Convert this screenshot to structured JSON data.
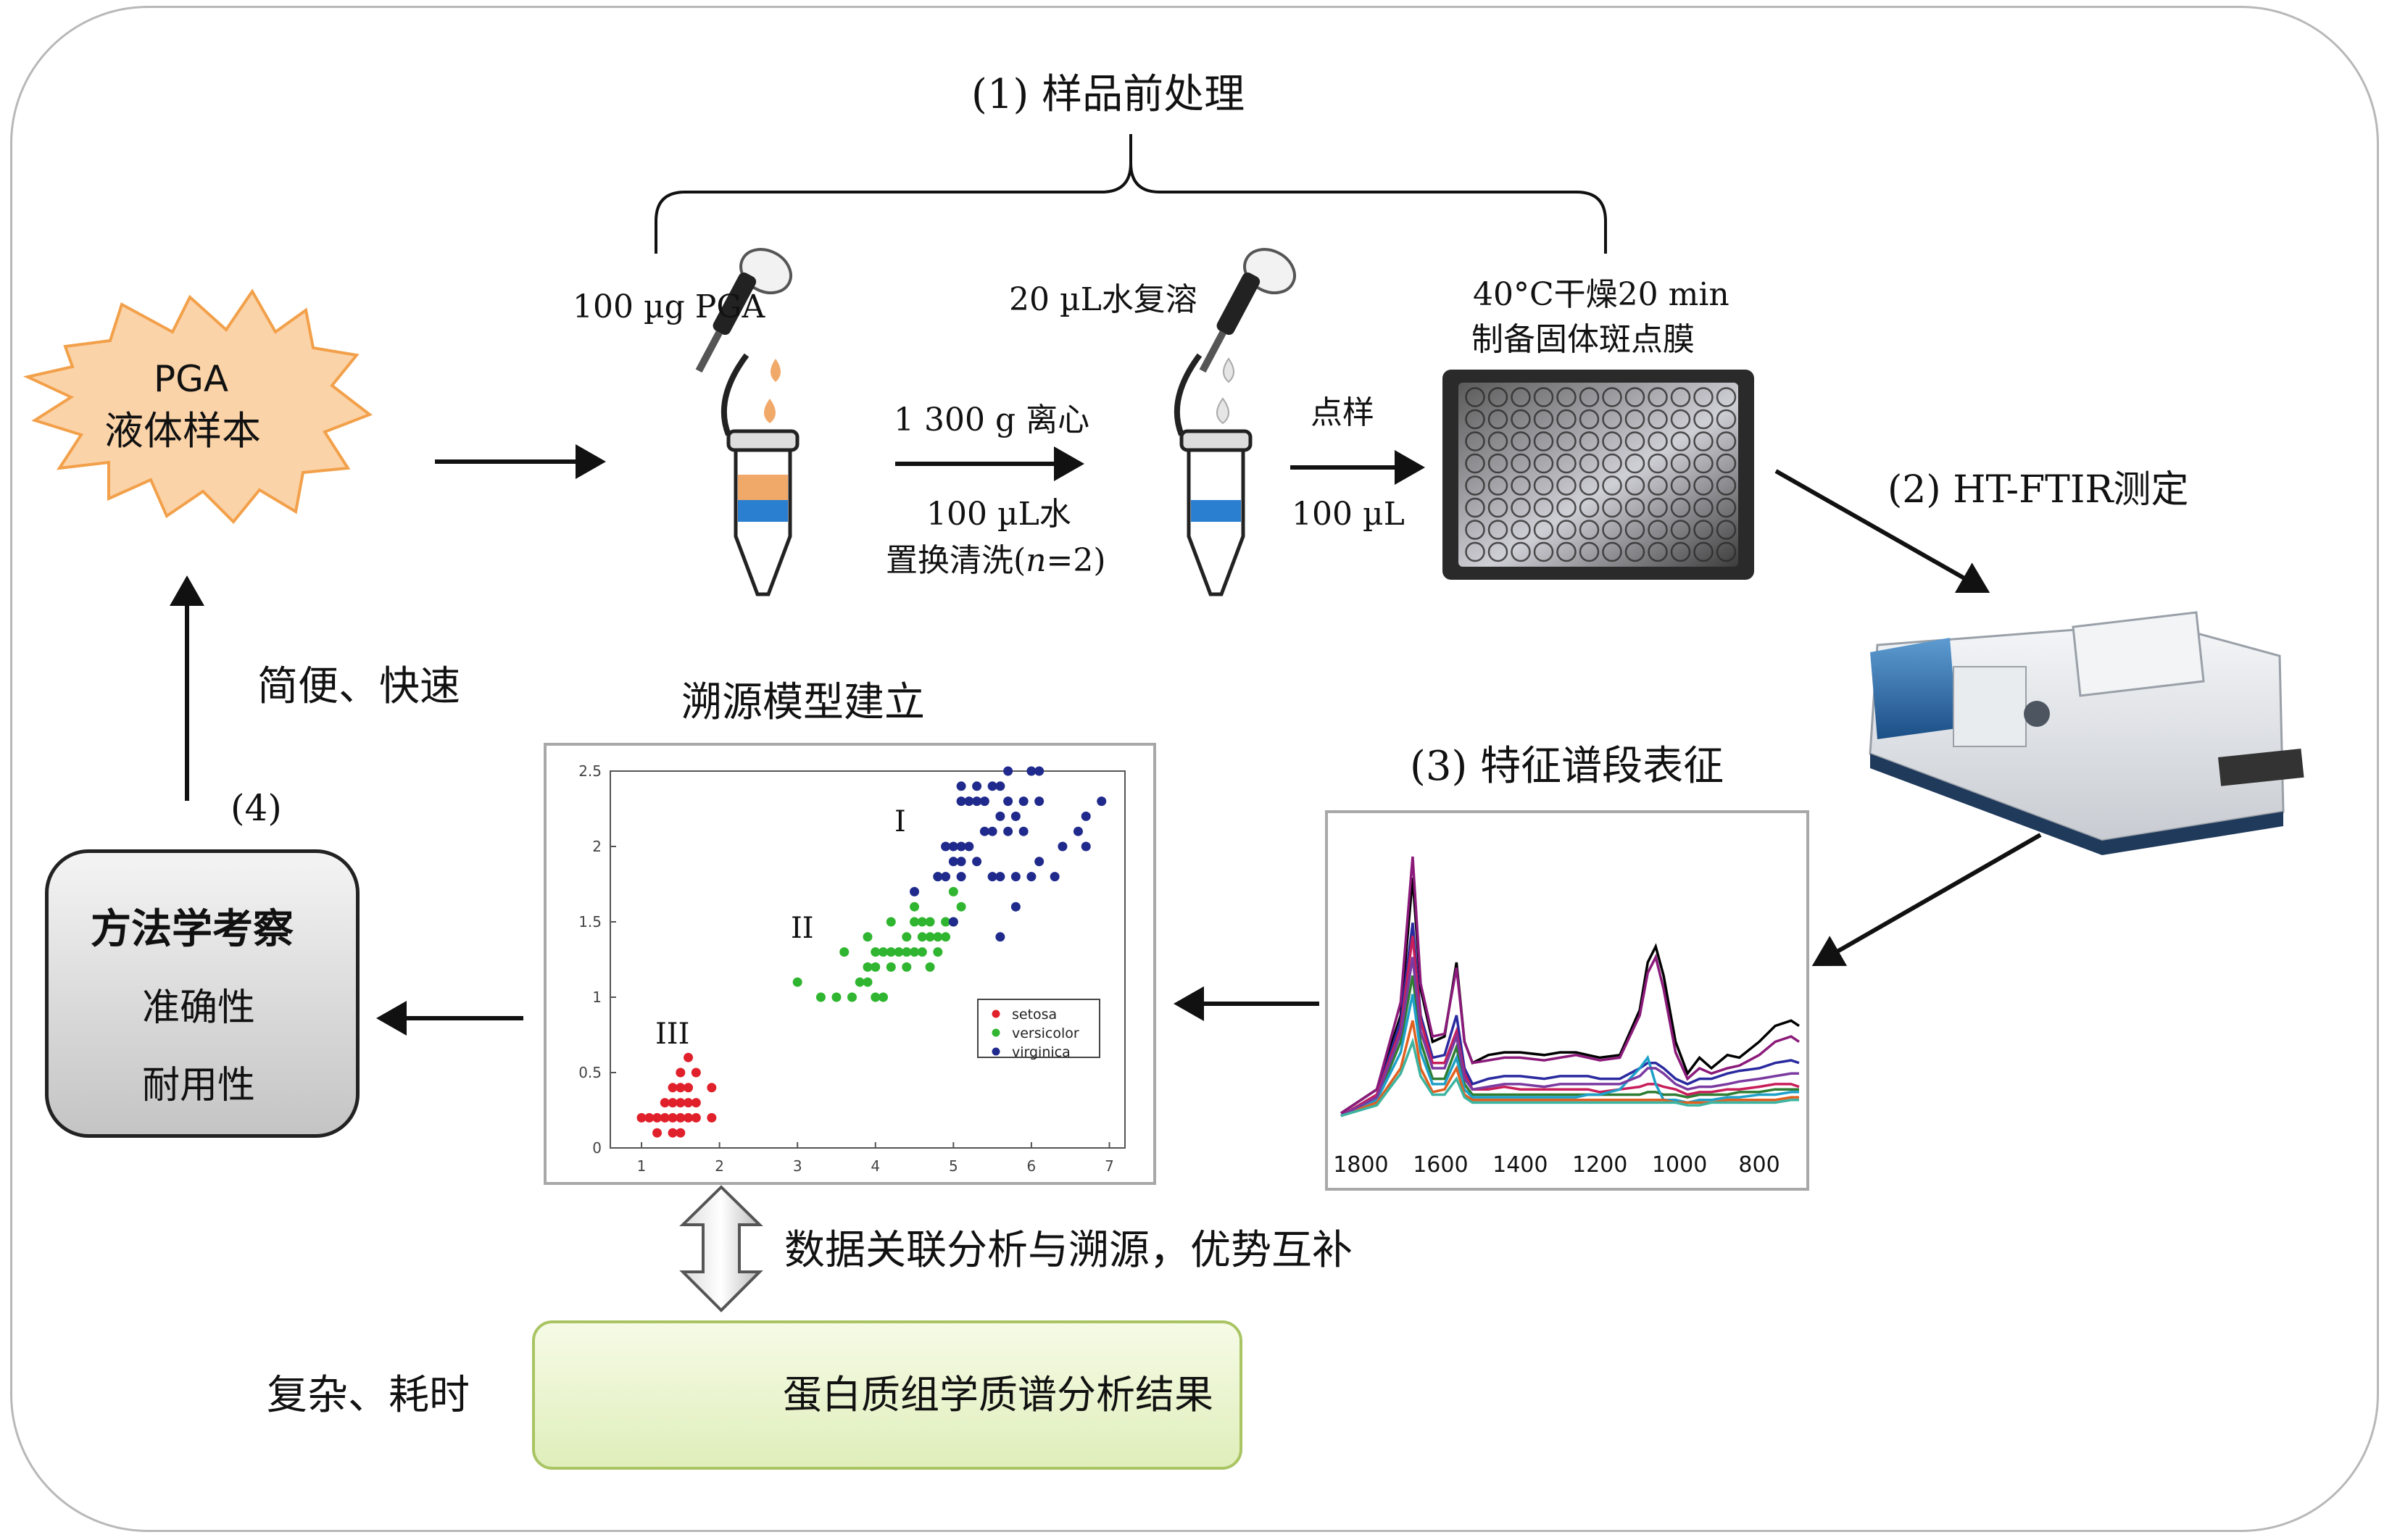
{
  "step1": {
    "title": "(1) 样品前处理",
    "sample_label": "100 µg PGA",
    "centrifuge_label": "1 300 g 离心",
    "wash_line1": "100 µL水",
    "wash_line2_prefix": "置换清洗(",
    "wash_line2_var": "n",
    "wash_line2_suffix": "=2)",
    "redissolve_label": "20 µL水复溶",
    "spot_label": "点样",
    "spot_volume": "100 µL",
    "dry_line1": "40°C干燥20 min",
    "dry_line2": "制备固体斑点膜"
  },
  "sample": {
    "line1": "PGA",
    "line2": "液体样本"
  },
  "step2": {
    "title": "(2) HT-FTIR测定"
  },
  "step3": {
    "title": "(3) 特征谱段表征",
    "spectrum_xticks": [
      "1800",
      "1600",
      "1400",
      "1200",
      "1000",
      "800"
    ]
  },
  "model": {
    "title": "溯源模型建立",
    "cluster_labels": [
      "I",
      "II",
      "III"
    ],
    "legend": [
      "setosa",
      "versicolor",
      "virginica"
    ]
  },
  "step4": {
    "label": "(4)",
    "side_text": "简便、快速",
    "box_title": "方法学考察",
    "box_line2": "准确性",
    "box_line3": "耐用性"
  },
  "proteomics": {
    "relation_label": "数据关联分析与溯源，优势互补",
    "left_text": "复杂、耗时",
    "box_text": "蛋白质组学质谱分析结果"
  },
  "colors": {
    "starburst_fill": "#fbd3a8",
    "starburst_stroke": "#f2a04a",
    "setosa": "#e0202a",
    "versicolor": "#2fb52f",
    "virginica": "#1f2a8c",
    "proteo_border": "#a9c463",
    "tube_orange": "#f1a96a",
    "tube_blue": "#2a7fd0"
  },
  "chart_data": [
    {
      "type": "scatter",
      "xlim": [
        0.6,
        7.2
      ],
      "ylim": [
        0,
        2.5
      ],
      "xticks": [
        1,
        2,
        3,
        4,
        5,
        6,
        7
      ],
      "yticks": [
        0,
        0.5,
        1,
        1.5,
        2,
        2.5
      ],
      "legend_position": "right",
      "series": [
        {
          "name": "setosa",
          "color": "#e0202a",
          "points": [
            [
              1.1,
              0.2
            ],
            [
              1.2,
              0.1
            ],
            [
              1.3,
              0.2
            ],
            [
              1.3,
              0.3
            ],
            [
              1.4,
              0.2
            ],
            [
              1.4,
              0.1
            ],
            [
              1.4,
              0.3
            ],
            [
              1.5,
              0.2
            ],
            [
              1.5,
              0.1
            ],
            [
              1.5,
              0.4
            ],
            [
              1.5,
              0.3
            ],
            [
              1.6,
              0.2
            ],
            [
              1.6,
              0.4
            ],
            [
              1.6,
              0.6
            ],
            [
              1.7,
              0.2
            ],
            [
              1.7,
              0.3
            ],
            [
              1.7,
              0.5
            ],
            [
              1.9,
              0.2
            ],
            [
              1.9,
              0.4
            ],
            [
              1.0,
              0.2
            ],
            [
              1.2,
              0.2
            ],
            [
              1.6,
              0.3
            ],
            [
              1.4,
              0.4
            ],
            [
              1.5,
              0.5
            ]
          ]
        },
        {
          "name": "versicolor",
          "color": "#2fb52f",
          "points": [
            [
              3.0,
              1.1
            ],
            [
              3.3,
              1.0
            ],
            [
              3.5,
              1.0
            ],
            [
              3.6,
              1.3
            ],
            [
              3.7,
              1.0
            ],
            [
              3.8,
              1.1
            ],
            [
              3.9,
              1.1
            ],
            [
              3.9,
              1.2
            ],
            [
              3.9,
              1.4
            ],
            [
              4.0,
              1.0
            ],
            [
              4.0,
              1.2
            ],
            [
              4.0,
              1.3
            ],
            [
              4.1,
              1.0
            ],
            [
              4.1,
              1.3
            ],
            [
              4.2,
              1.2
            ],
            [
              4.2,
              1.3
            ],
            [
              4.2,
              1.5
            ],
            [
              4.3,
              1.3
            ],
            [
              4.4,
              1.2
            ],
            [
              4.4,
              1.3
            ],
            [
              4.4,
              1.4
            ],
            [
              4.5,
              1.3
            ],
            [
              4.5,
              1.5
            ],
            [
              4.5,
              1.6
            ],
            [
              4.6,
              1.3
            ],
            [
              4.6,
              1.4
            ],
            [
              4.6,
              1.5
            ],
            [
              4.7,
              1.2
            ],
            [
              4.7,
              1.4
            ],
            [
              4.7,
              1.5
            ],
            [
              4.8,
              1.4
            ],
            [
              4.8,
              1.8
            ],
            [
              4.9,
              1.5
            ],
            [
              5.0,
              1.7
            ],
            [
              5.1,
              1.6
            ],
            [
              4.8,
              1.3
            ],
            [
              4.9,
              1.4
            ],
            [
              5.0,
              1.5
            ]
          ]
        },
        {
          "name": "virginica",
          "color": "#1f2a8c",
          "points": [
            [
              4.5,
              1.7
            ],
            [
              4.8,
              1.8
            ],
            [
              4.9,
              1.8
            ],
            [
              4.9,
              2.0
            ],
            [
              5.0,
              1.5
            ],
            [
              5.0,
              1.9
            ],
            [
              5.0,
              2.0
            ],
            [
              5.1,
              1.8
            ],
            [
              5.1,
              1.9
            ],
            [
              5.1,
              2.0
            ],
            [
              5.1,
              2.3
            ],
            [
              5.1,
              2.4
            ],
            [
              5.2,
              2.0
            ],
            [
              5.2,
              2.3
            ],
            [
              5.3,
              1.9
            ],
            [
              5.3,
              2.3
            ],
            [
              5.4,
              2.1
            ],
            [
              5.4,
              2.3
            ],
            [
              5.5,
              1.8
            ],
            [
              5.5,
              2.1
            ],
            [
              5.6,
              1.4
            ],
            [
              5.6,
              1.8
            ],
            [
              5.6,
              2.2
            ],
            [
              5.6,
              2.4
            ],
            [
              5.7,
              2.1
            ],
            [
              5.7,
              2.3
            ],
            [
              5.7,
              2.5
            ],
            [
              5.8,
              1.6
            ],
            [
              5.8,
              1.8
            ],
            [
              5.8,
              2.2
            ],
            [
              5.9,
              2.1
            ],
            [
              5.9,
              2.3
            ],
            [
              6.0,
              1.8
            ],
            [
              6.0,
              2.5
            ],
            [
              6.1,
              1.9
            ],
            [
              6.1,
              2.3
            ],
            [
              6.1,
              2.5
            ],
            [
              6.3,
              1.8
            ],
            [
              6.4,
              2.0
            ],
            [
              6.6,
              2.1
            ],
            [
              6.7,
              2.0
            ],
            [
              6.7,
              2.2
            ],
            [
              6.9,
              2.3
            ],
            [
              5.5,
              2.4
            ],
            [
              5.3,
              2.4
            ]
          ]
        }
      ]
    },
    {
      "type": "line",
      "xlim": [
        1850,
        700
      ],
      "xticks": [
        1800,
        1600,
        1400,
        1200,
        1000,
        800
      ],
      "ylim": [
        0,
        1
      ],
      "grid": false,
      "x": [
        1850,
        1760,
        1700,
        1670,
        1650,
        1620,
        1590,
        1560,
        1540,
        1520,
        1480,
        1440,
        1400,
        1340,
        1300,
        1260,
        1230,
        1200,
        1150,
        1100,
        1080,
        1060,
        1040,
        1010,
        980,
        950,
        920,
        880,
        850,
        800,
        760,
        720,
        700
      ],
      "series": [
        {
          "color": "#000000",
          "values": [
            0.03,
            0.12,
            0.4,
            0.92,
            0.5,
            0.3,
            0.32,
            0.6,
            0.3,
            0.22,
            0.25,
            0.26,
            0.26,
            0.25,
            0.26,
            0.26,
            0.25,
            0.24,
            0.25,
            0.42,
            0.6,
            0.66,
            0.55,
            0.3,
            0.18,
            0.24,
            0.2,
            0.25,
            0.24,
            0.3,
            0.36,
            0.38,
            0.36
          ]
        },
        {
          "color": "#8b1a7a",
          "values": [
            0.03,
            0.12,
            0.45,
            1.0,
            0.52,
            0.32,
            0.33,
            0.58,
            0.3,
            0.22,
            0.23,
            0.24,
            0.24,
            0.23,
            0.24,
            0.25,
            0.24,
            0.23,
            0.24,
            0.4,
            0.56,
            0.62,
            0.5,
            0.26,
            0.16,
            0.2,
            0.18,
            0.2,
            0.21,
            0.25,
            0.3,
            0.32,
            0.3
          ]
        },
        {
          "color": "#2a2aa0",
          "values": [
            0.02,
            0.1,
            0.38,
            0.75,
            0.4,
            0.24,
            0.25,
            0.4,
            0.2,
            0.14,
            0.16,
            0.17,
            0.17,
            0.16,
            0.17,
            0.17,
            0.17,
            0.16,
            0.16,
            0.2,
            0.22,
            0.22,
            0.2,
            0.16,
            0.14,
            0.16,
            0.16,
            0.18,
            0.19,
            0.2,
            0.22,
            0.23,
            0.22
          ]
        },
        {
          "color": "#c81e5a",
          "values": [
            0.02,
            0.1,
            0.35,
            0.7,
            0.38,
            0.22,
            0.22,
            0.34,
            0.18,
            0.12,
            0.12,
            0.13,
            0.12,
            0.12,
            0.12,
            0.12,
            0.12,
            0.11,
            0.12,
            0.13,
            0.14,
            0.14,
            0.13,
            0.12,
            0.1,
            0.11,
            0.11,
            0.12,
            0.12,
            0.13,
            0.14,
            0.14,
            0.13
          ]
        },
        {
          "color": "#2e7d32",
          "values": [
            0.02,
            0.08,
            0.3,
            0.55,
            0.3,
            0.16,
            0.16,
            0.28,
            0.14,
            0.1,
            0.1,
            0.1,
            0.1,
            0.1,
            0.1,
            0.1,
            0.1,
            0.1,
            0.1,
            0.1,
            0.11,
            0.11,
            0.1,
            0.1,
            0.09,
            0.1,
            0.1,
            0.1,
            0.11,
            0.11,
            0.12,
            0.12,
            0.12
          ]
        },
        {
          "color": "#1fa0c8",
          "values": [
            0.02,
            0.08,
            0.26,
            0.48,
            0.26,
            0.14,
            0.14,
            0.24,
            0.12,
            0.09,
            0.09,
            0.09,
            0.09,
            0.09,
            0.09,
            0.09,
            0.1,
            0.1,
            0.12,
            0.2,
            0.24,
            0.14,
            0.08,
            0.08,
            0.07,
            0.08,
            0.08,
            0.09,
            0.09,
            0.1,
            0.1,
            0.11,
            0.11
          ]
        },
        {
          "color": "#e06020",
          "values": [
            0.02,
            0.07,
            0.2,
            0.38,
            0.2,
            0.11,
            0.12,
            0.2,
            0.1,
            0.08,
            0.08,
            0.08,
            0.08,
            0.08,
            0.08,
            0.08,
            0.08,
            0.08,
            0.08,
            0.08,
            0.08,
            0.08,
            0.08,
            0.07,
            0.07,
            0.07,
            0.07,
            0.08,
            0.08,
            0.08,
            0.08,
            0.09,
            0.09
          ]
        },
        {
          "color": "#7a3aa0",
          "values": [
            0.02,
            0.09,
            0.33,
            0.62,
            0.34,
            0.2,
            0.2,
            0.32,
            0.16,
            0.12,
            0.13,
            0.14,
            0.14,
            0.13,
            0.14,
            0.14,
            0.14,
            0.14,
            0.14,
            0.17,
            0.2,
            0.2,
            0.18,
            0.14,
            0.12,
            0.13,
            0.13,
            0.14,
            0.15,
            0.16,
            0.17,
            0.18,
            0.18
          ]
        },
        {
          "color": "#3cb4a0",
          "values": [
            0.02,
            0.06,
            0.18,
            0.3,
            0.17,
            0.1,
            0.1,
            0.16,
            0.09,
            0.07,
            0.07,
            0.07,
            0.07,
            0.07,
            0.07,
            0.07,
            0.07,
            0.07,
            0.07,
            0.07,
            0.07,
            0.07,
            0.07,
            0.07,
            0.06,
            0.06,
            0.07,
            0.07,
            0.07,
            0.07,
            0.07,
            0.08,
            0.08
          ]
        }
      ]
    }
  ]
}
